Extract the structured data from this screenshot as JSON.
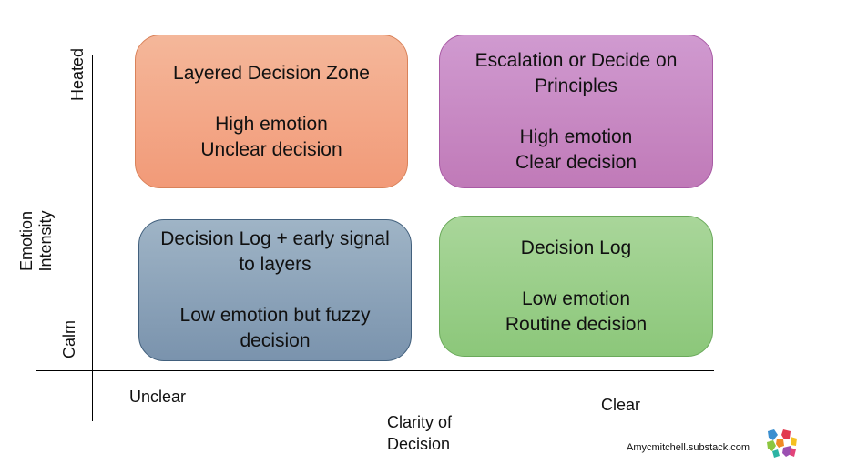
{
  "axes": {
    "y_top": "Heated",
    "y_bottom": "Calm",
    "y_title_line1": "Emotion",
    "y_title_line2": "Intensity",
    "x_left": "Unclear",
    "x_right": "Clear",
    "x_title_line1": "Clarity of",
    "x_title_line2": "Decision"
  },
  "quadrants": {
    "top_left": {
      "title": "Layered Decision Zone",
      "line1": "High emotion",
      "line2": "Unclear decision"
    },
    "top_right": {
      "title_line1": "Escalation or Decide on",
      "title_line2": "Principles",
      "line1": "High emotion",
      "line2": "Clear decision"
    },
    "bottom_left": {
      "title_line1": "Decision Log + early signal",
      "title_line2": "to layers",
      "line1": "Low emotion but fuzzy",
      "line2": "decision"
    },
    "bottom_right": {
      "title": "Decision Log",
      "line1": "Low emotion",
      "line2": "Routine decision"
    }
  },
  "watermark": "Amycmitchell.substack.com",
  "colors": {
    "top_left": "#f2a582",
    "top_right": "#c98ac4",
    "bottom_left": "#8aa3bb",
    "bottom_right": "#97cc86"
  },
  "logo_icon": "colorful-hands-logo"
}
